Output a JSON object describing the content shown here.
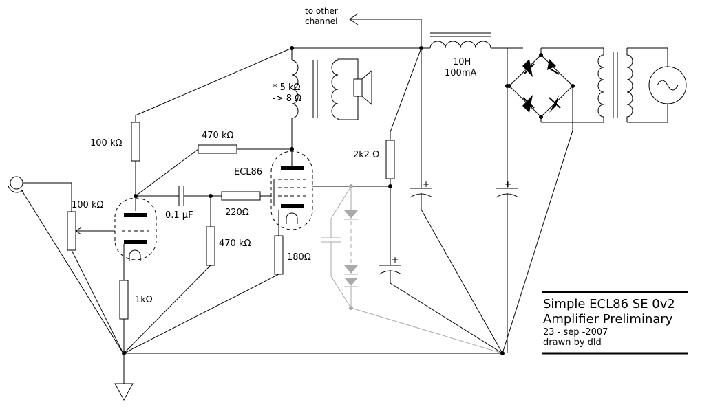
{
  "labels": {
    "to_other": "to other",
    "channel": "channel",
    "choke_l": "10H",
    "choke_i": "100mA",
    "ot_imp": "* 5 kΩ",
    "ot_spk": "-> 8 Ω",
    "r_100k_top": "100 kΩ",
    "r_470k_fb": "470 kΩ",
    "tube": "ECL86",
    "r_2k2": "2k2 Ω",
    "pot_100k": "100 kΩ",
    "cap_01": "0.1 µF",
    "r_220": "220Ω",
    "r_470k": "470 kΩ",
    "r_180": "180Ω",
    "r_1k": "1kΩ",
    "plus": "+"
  },
  "title_block": {
    "line1": "Simple ECL86 SE 0v2",
    "line2": "Amplifier Preliminary",
    "date": "23 - sep -2007",
    "author": "drawn by dld"
  }
}
